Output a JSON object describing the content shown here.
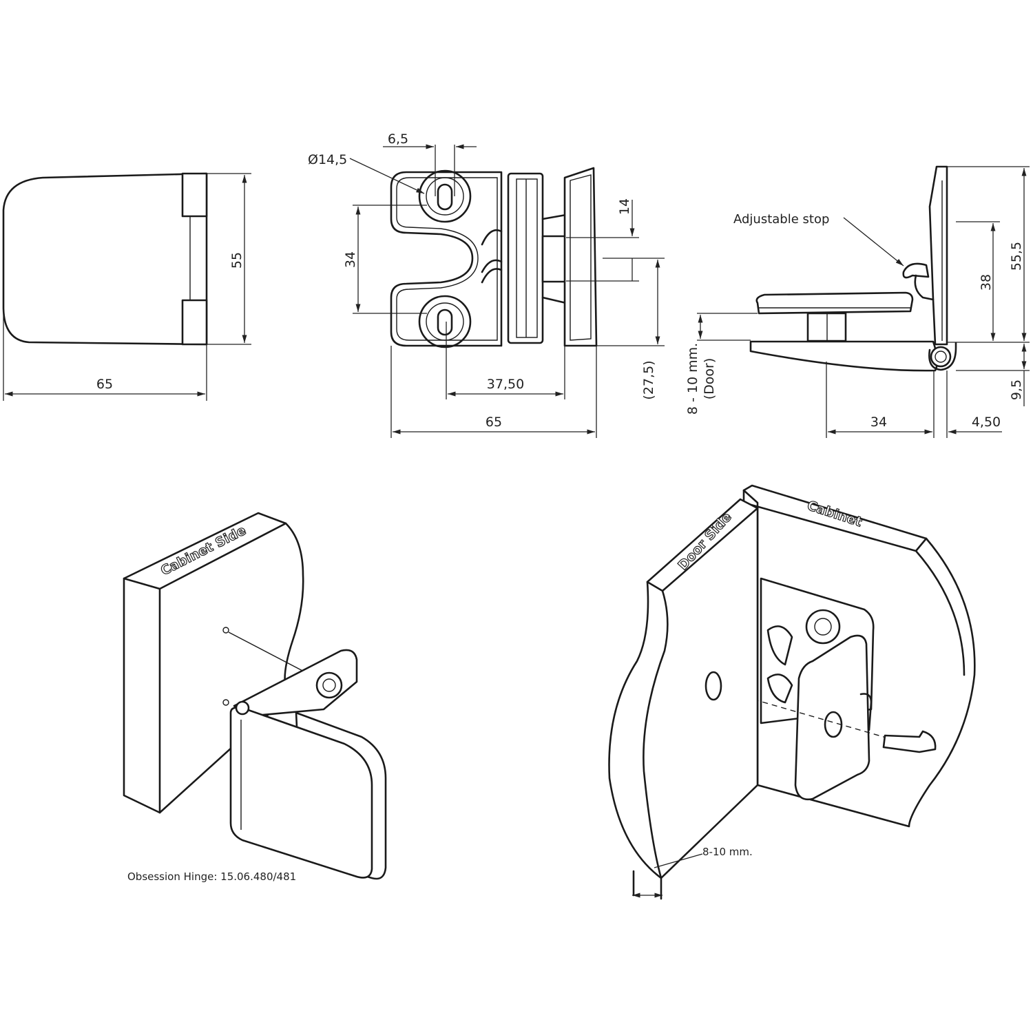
{
  "front_view": {
    "dim_width": "65",
    "dim_height": "55"
  },
  "plan_view": {
    "dim_hole_diameter": "Ø14,5",
    "dim_slot_width": "6,5",
    "dim_hole_spacing": "34",
    "dim_block_height": "14",
    "dim_offset": "(27,5)",
    "dim_hole_to_edge": "37,50",
    "dim_width": "65"
  },
  "side_view": {
    "adjustable_stop_label": "Adjustable stop",
    "dim_38": "38",
    "dim_total_height": "55,5",
    "dim_door_thickness": "8 - 10 mm.",
    "dim_door_label": "(Door)",
    "dim_9_5": "9,5",
    "dim_34": "34",
    "dim_4_50": "4,50"
  },
  "iso_left": {
    "cabinet_side_label": "Cabinet Side",
    "caption": "Obsession Hinge: 15.06.480/481"
  },
  "iso_right": {
    "door_side_label": "Door Side",
    "cabinet_label": "Cabinet",
    "glass_thickness": "8-10 mm."
  }
}
